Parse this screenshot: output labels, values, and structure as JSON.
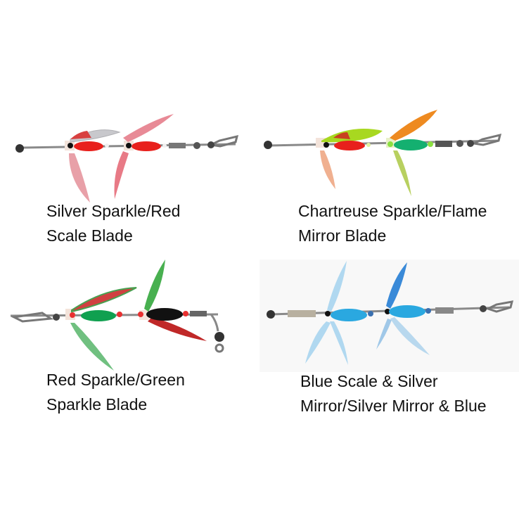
{
  "variants": [
    {
      "caption_line1": "Silver Sparkle/Red",
      "caption_line2": "Scale Blade",
      "colors": {
        "body": "#e8201c",
        "blade_front": "#c0c0c4",
        "blade_back": "#e87a86"
      }
    },
    {
      "caption_line1": "Chartreuse Sparkle/Flame",
      "caption_line2": "Mirror Blade",
      "colors": {
        "body_front": "#e8201c",
        "body_back": "#14b070",
        "blade_front": "#a8d820",
        "blade_back": "#ee8a20"
      }
    },
    {
      "caption_line1": "Red Sparkle/Green",
      "caption_line2": "Sparkle Blade",
      "colors": {
        "body_front": "#10a050",
        "body_back": "#111111",
        "blade_front": "#d04040",
        "blade_back": "#48b050"
      }
    },
    {
      "caption_line1": "Blue Scale & Silver",
      "caption_line2": "Mirror/Silver Mirror & Blue",
      "colors": {
        "body": "#2aa8e0",
        "blade_front": "#b0d8f0",
        "blade_back": "#3a8ad8"
      }
    }
  ]
}
